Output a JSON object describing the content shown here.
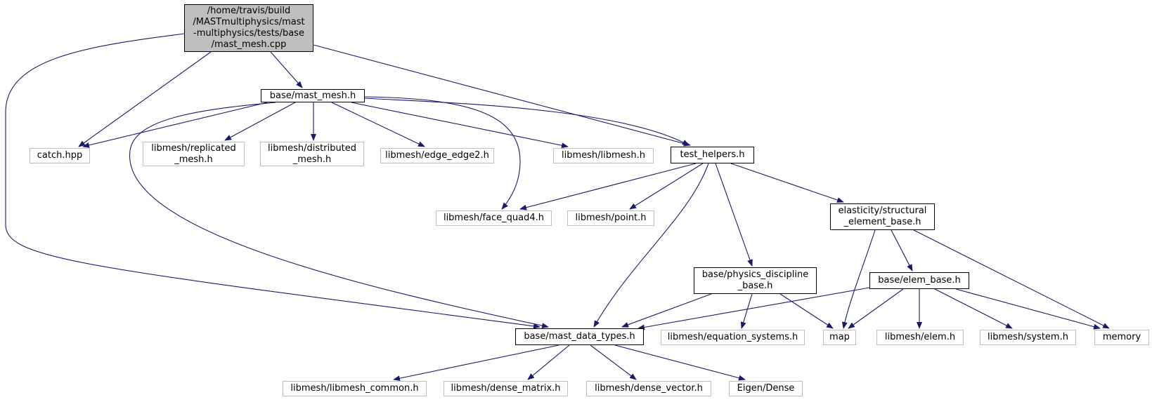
{
  "graph": {
    "edge_color": "#191970",
    "nodes": [
      {
        "id": "root",
        "text": "/home/travis/build\n/MASTmultiphysics/mast\n-multiphysics/tests/base\n/mast_mesh.cpp",
        "kind": "root"
      },
      {
        "id": "mast_mesh_h",
        "text": "base/mast_mesh.h",
        "kind": "doc"
      },
      {
        "id": "catch",
        "text": "catch.hpp",
        "kind": "ext"
      },
      {
        "id": "replicated",
        "text": "libmesh/replicated\n_mesh.h",
        "kind": "ext"
      },
      {
        "id": "distributed",
        "text": "libmesh/distributed\n_mesh.h",
        "kind": "ext"
      },
      {
        "id": "edge2",
        "text": "libmesh/edge_edge2.h",
        "kind": "ext"
      },
      {
        "id": "libmesh",
        "text": "libmesh/libmesh.h",
        "kind": "ext"
      },
      {
        "id": "test_helpers",
        "text": "test_helpers.h",
        "kind": "doc"
      },
      {
        "id": "quad4",
        "text": "libmesh/face_quad4.h",
        "kind": "ext"
      },
      {
        "id": "point",
        "text": "libmesh/point.h",
        "kind": "ext"
      },
      {
        "id": "structural",
        "text": "elasticity/structural\n_element_base.h",
        "kind": "doc"
      },
      {
        "id": "physics",
        "text": "base/physics_discipline\n_base.h",
        "kind": "doc"
      },
      {
        "id": "elem_base",
        "text": "base/elem_base.h",
        "kind": "doc"
      },
      {
        "id": "data_types",
        "text": "base/mast_data_types.h",
        "kind": "doc"
      },
      {
        "id": "eq_sys",
        "text": "libmesh/equation_systems.h",
        "kind": "ext"
      },
      {
        "id": "map",
        "text": "map",
        "kind": "ext"
      },
      {
        "id": "elem",
        "text": "libmesh/elem.h",
        "kind": "ext"
      },
      {
        "id": "system",
        "text": "libmesh/system.h",
        "kind": "ext"
      },
      {
        "id": "memory",
        "text": "memory",
        "kind": "ext"
      },
      {
        "id": "common",
        "text": "libmesh/libmesh_common.h",
        "kind": "ext"
      },
      {
        "id": "dense_matrix",
        "text": "libmesh/dense_matrix.h",
        "kind": "ext"
      },
      {
        "id": "dense_vector",
        "text": "libmesh/dense_vector.h",
        "kind": "ext"
      },
      {
        "id": "eigen",
        "text": "Eigen/Dense",
        "kind": "ext"
      }
    ]
  }
}
